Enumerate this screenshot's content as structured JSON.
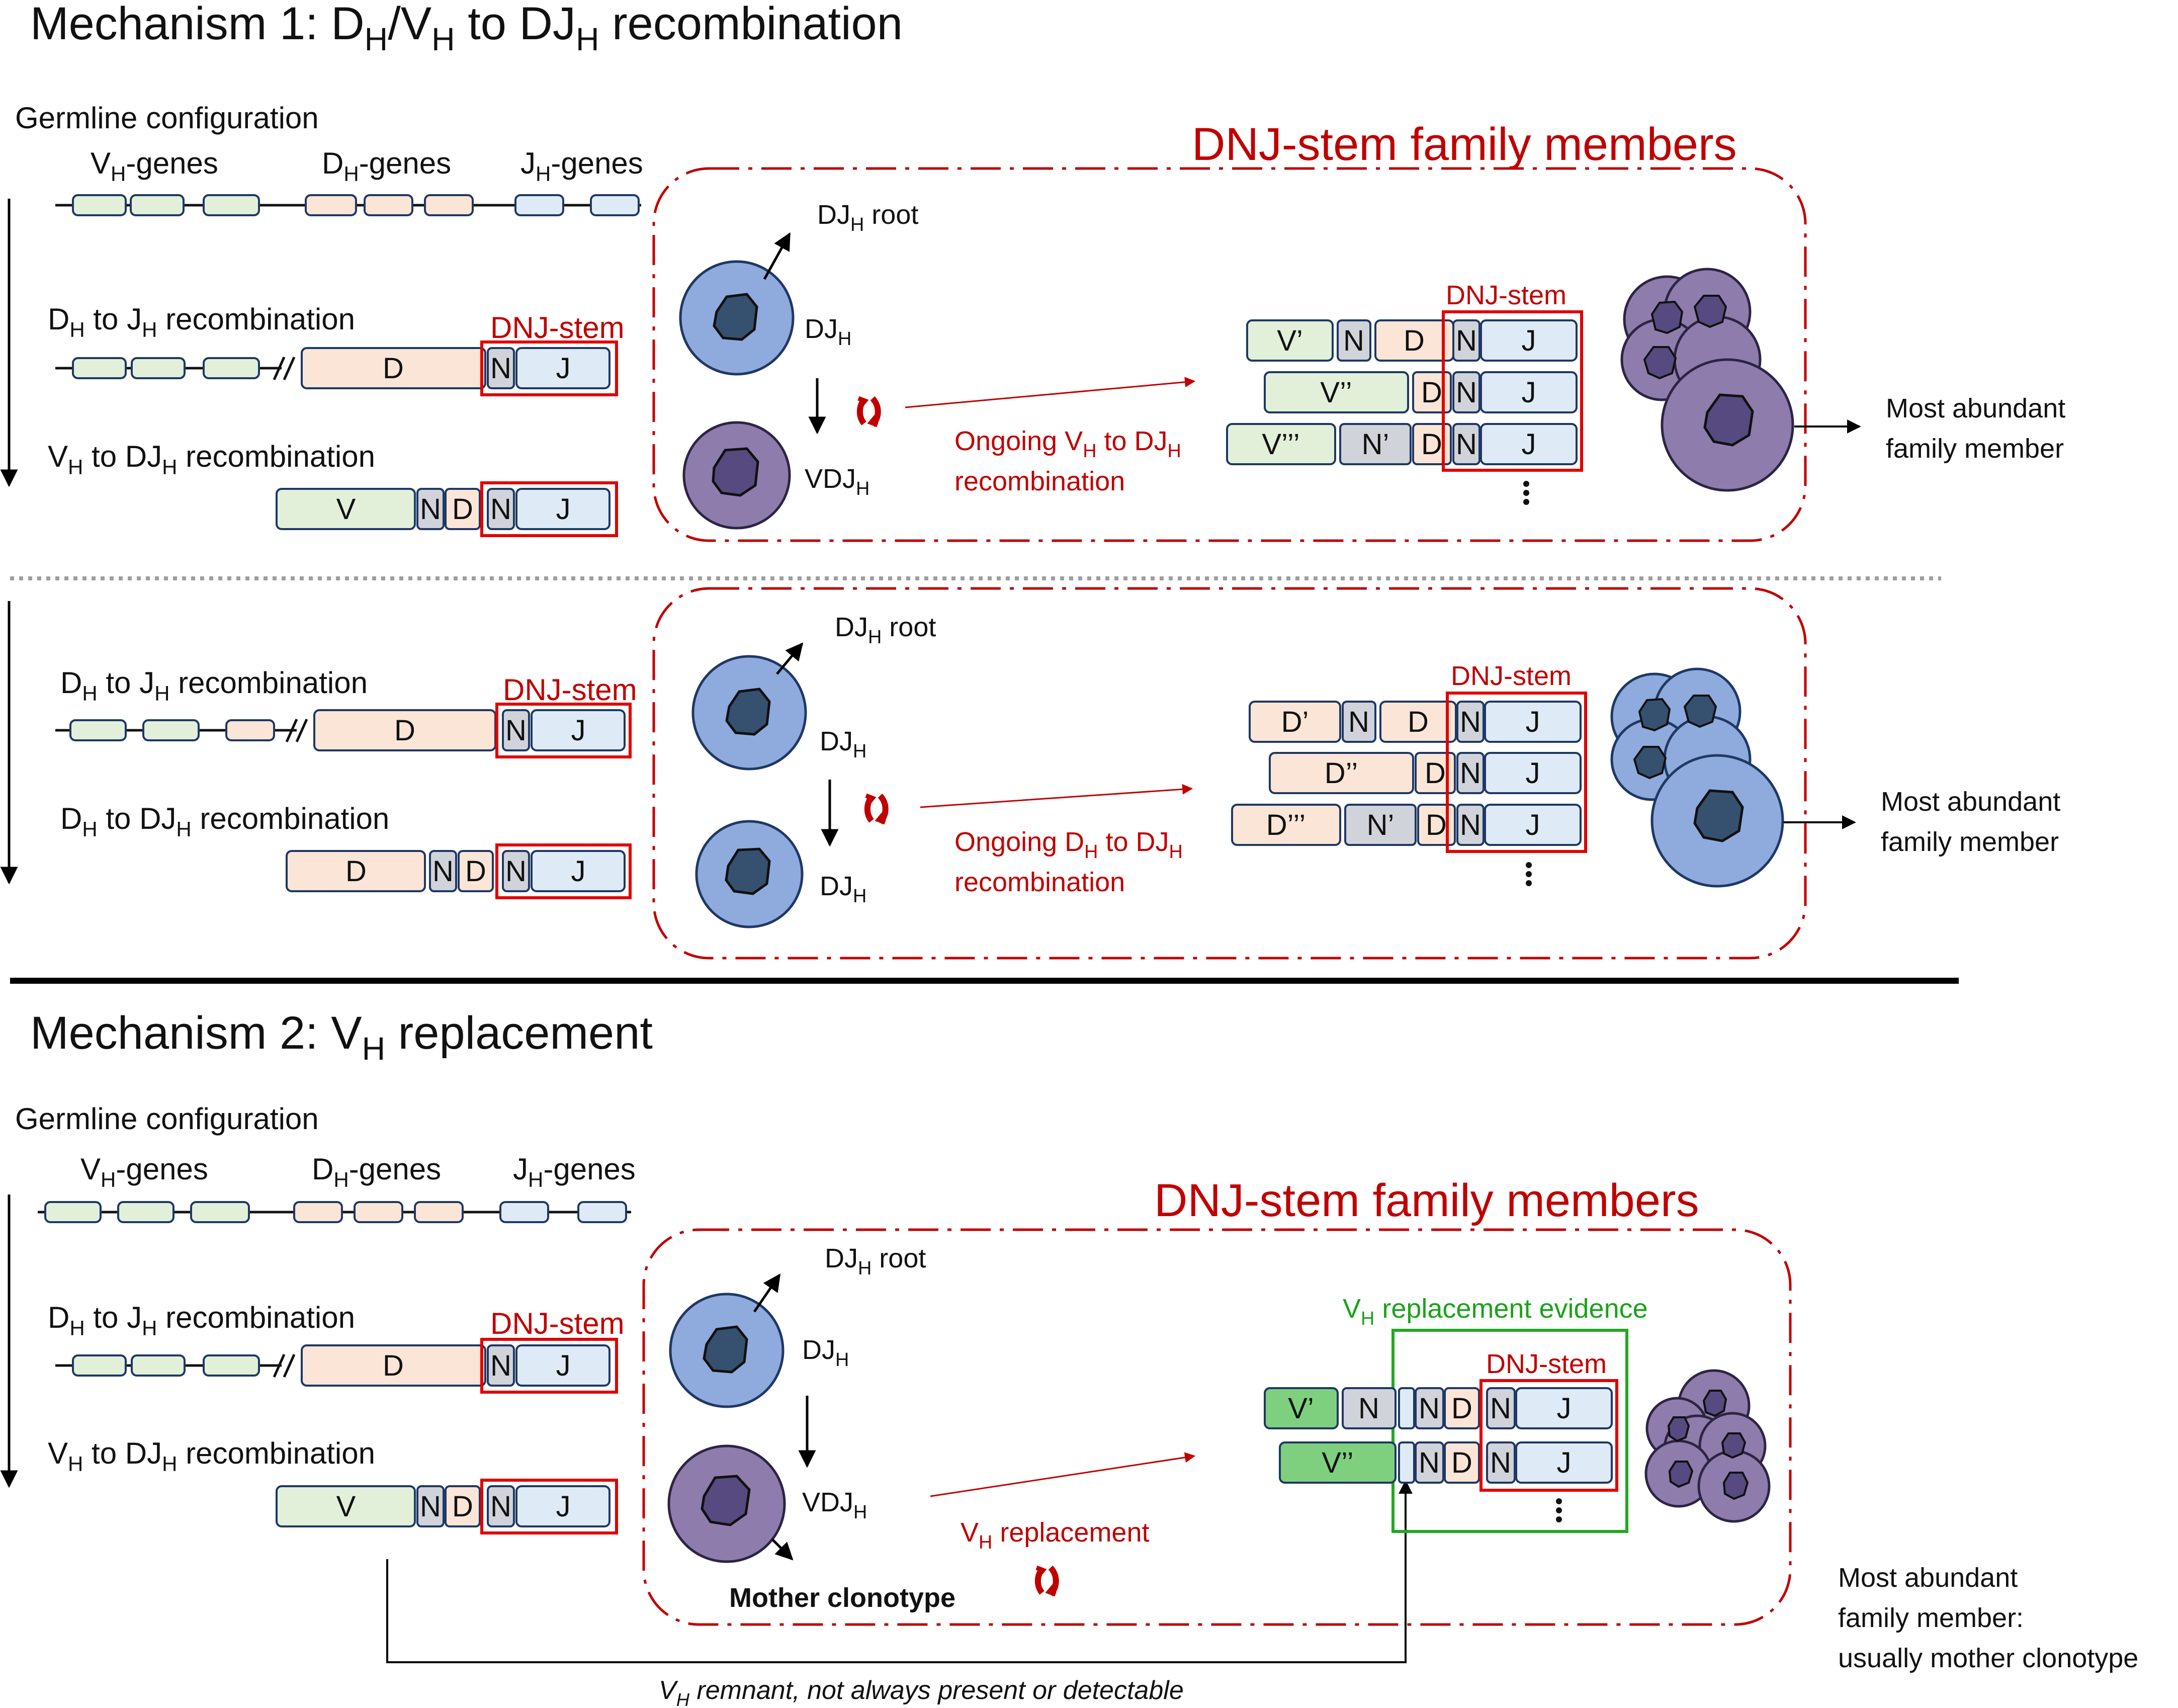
{
  "mechanism1": {
    "title": {
      "pre": "Mechanism 1: D",
      "s1": "H",
      "mid": "/V",
      "s2": "H",
      "post": " to DJ",
      "s3": "H",
      "end": " recombination"
    },
    "germline": "Germline configuration",
    "vh_genes": {
      "base": "V",
      "sub": "H",
      "rest": "-genes"
    },
    "dh_genes": {
      "base": "D",
      "sub": "H",
      "rest": "-genes"
    },
    "jh_genes": {
      "base": "J",
      "sub": "H",
      "rest": "-genes"
    },
    "dj_recomb": {
      "a": "D",
      "as": "H",
      "b": " to J",
      "bs": "H",
      "c": " recombination"
    },
    "vdj_recomb": {
      "a": "V",
      "as": "H",
      "b": " to DJ",
      "bs": "H",
      "c": " recombination"
    },
    "dnj_stem": "DNJ-stem",
    "family_title": "DNJ-stem family members",
    "dj_root": {
      "a": "DJ",
      "as": "H",
      "b": " root"
    },
    "dj_cell": {
      "a": "DJ",
      "as": "H"
    },
    "vdj_cell": {
      "a": "VDJ",
      "as": "H"
    },
    "ongoing": {
      "l1a": "Ongoing V",
      "l1as": "H",
      "l1b": " to DJ",
      "l1bs": "H",
      "l2": "recombination"
    },
    "most_abundant": {
      "l1": "Most abundant",
      "l2": "family member"
    },
    "rows": [
      [
        "V’",
        "N",
        "D",
        "N",
        "J"
      ],
      [
        "V’’",
        "D",
        "N",
        "J"
      ],
      [
        "V’’’",
        "N’",
        "D",
        "N",
        "J"
      ]
    ],
    "seg_labels": {
      "D": "D",
      "N": "N",
      "J": "J",
      "V": "V"
    }
  },
  "middle": {
    "dj_recomb": {
      "a": "D",
      "as": "H",
      "b": " to J",
      "bs": "H",
      "c": " recombination"
    },
    "ddj_recomb": {
      "a": "D",
      "as": "H",
      "b": " to DJ",
      "bs": "H",
      "c": " recombination"
    },
    "dnj_stem": "DNJ-stem",
    "dj_root": {
      "a": "DJ",
      "as": "H",
      "b": " root"
    },
    "dj_cell1": {
      "a": "DJ",
      "as": "H"
    },
    "dj_cell2": {
      "a": "DJ",
      "as": "H"
    },
    "ongoing": {
      "l1a": "Ongoing D",
      "l1as": "H",
      "l1b": " to DJ",
      "l1bs": "H",
      "l2": "recombination"
    },
    "most_abundant": {
      "l1": "Most abundant",
      "l2": "family member"
    },
    "rows": [
      [
        "D’",
        "N",
        "D",
        "N",
        "J"
      ],
      [
        "D’’",
        "D",
        "N",
        "J"
      ],
      [
        "D’’’",
        "N’",
        "D",
        "N",
        "J"
      ]
    ]
  },
  "mechanism2": {
    "title": {
      "pre": "Mechanism 2: V",
      "s1": "H",
      "post": " replacement"
    },
    "germline": "Germline configuration",
    "vh_genes": {
      "base": "V",
      "sub": "H",
      "rest": "-genes"
    },
    "dh_genes": {
      "base": "D",
      "sub": "H",
      "rest": "-genes"
    },
    "jh_genes": {
      "base": "J",
      "sub": "H",
      "rest": "-genes"
    },
    "dj_recomb": {
      "a": "D",
      "as": "H",
      "b": " to J",
      "bs": "H",
      "c": " recombination"
    },
    "vdj_recomb": {
      "a": "V",
      "as": "H",
      "b": " to DJ",
      "bs": "H",
      "c": " recombination"
    },
    "dnj_stem": "DNJ-stem",
    "family_title": "DNJ-stem family members",
    "dj_root": {
      "a": "DJ",
      "as": "H",
      "b": " root"
    },
    "dj_cell": {
      "a": "DJ",
      "as": "H"
    },
    "vdj_cell": {
      "a": "VDJ",
      "as": "H"
    },
    "mother": "Mother clonotype",
    "replacement": {
      "a": "V",
      "as": "H",
      "b": " replacement"
    },
    "evidence": {
      "a": "V",
      "as": "H",
      "b": " replacement evidence"
    },
    "rows": [
      [
        "V’",
        "N",
        "N",
        "D",
        "N",
        "J"
      ],
      [
        "V’’",
        "N",
        "D",
        "N",
        "J"
      ]
    ],
    "most_abundant": {
      "l1": "Most abundant",
      "l2": "family member:",
      "l3": "usually mother clonotype"
    },
    "remnant": {
      "a": "V",
      "as": "H",
      "b": "  remnant, not always present or detectable"
    }
  },
  "colors": {
    "v_fill": "#e2f0d9",
    "d_fill": "#fbe5d6",
    "j_fill": "#deebf7",
    "n_fill": "#d0d3da",
    "v_dark": "#7ed07e",
    "outline": "#1f3864",
    "red": "#c00000",
    "green": "#22a822",
    "cell_blue": "#8faadc",
    "cell_purple": "#8e7cad",
    "nucleus_blue": "#36506f",
    "nucleus_purple": "#574a80"
  }
}
